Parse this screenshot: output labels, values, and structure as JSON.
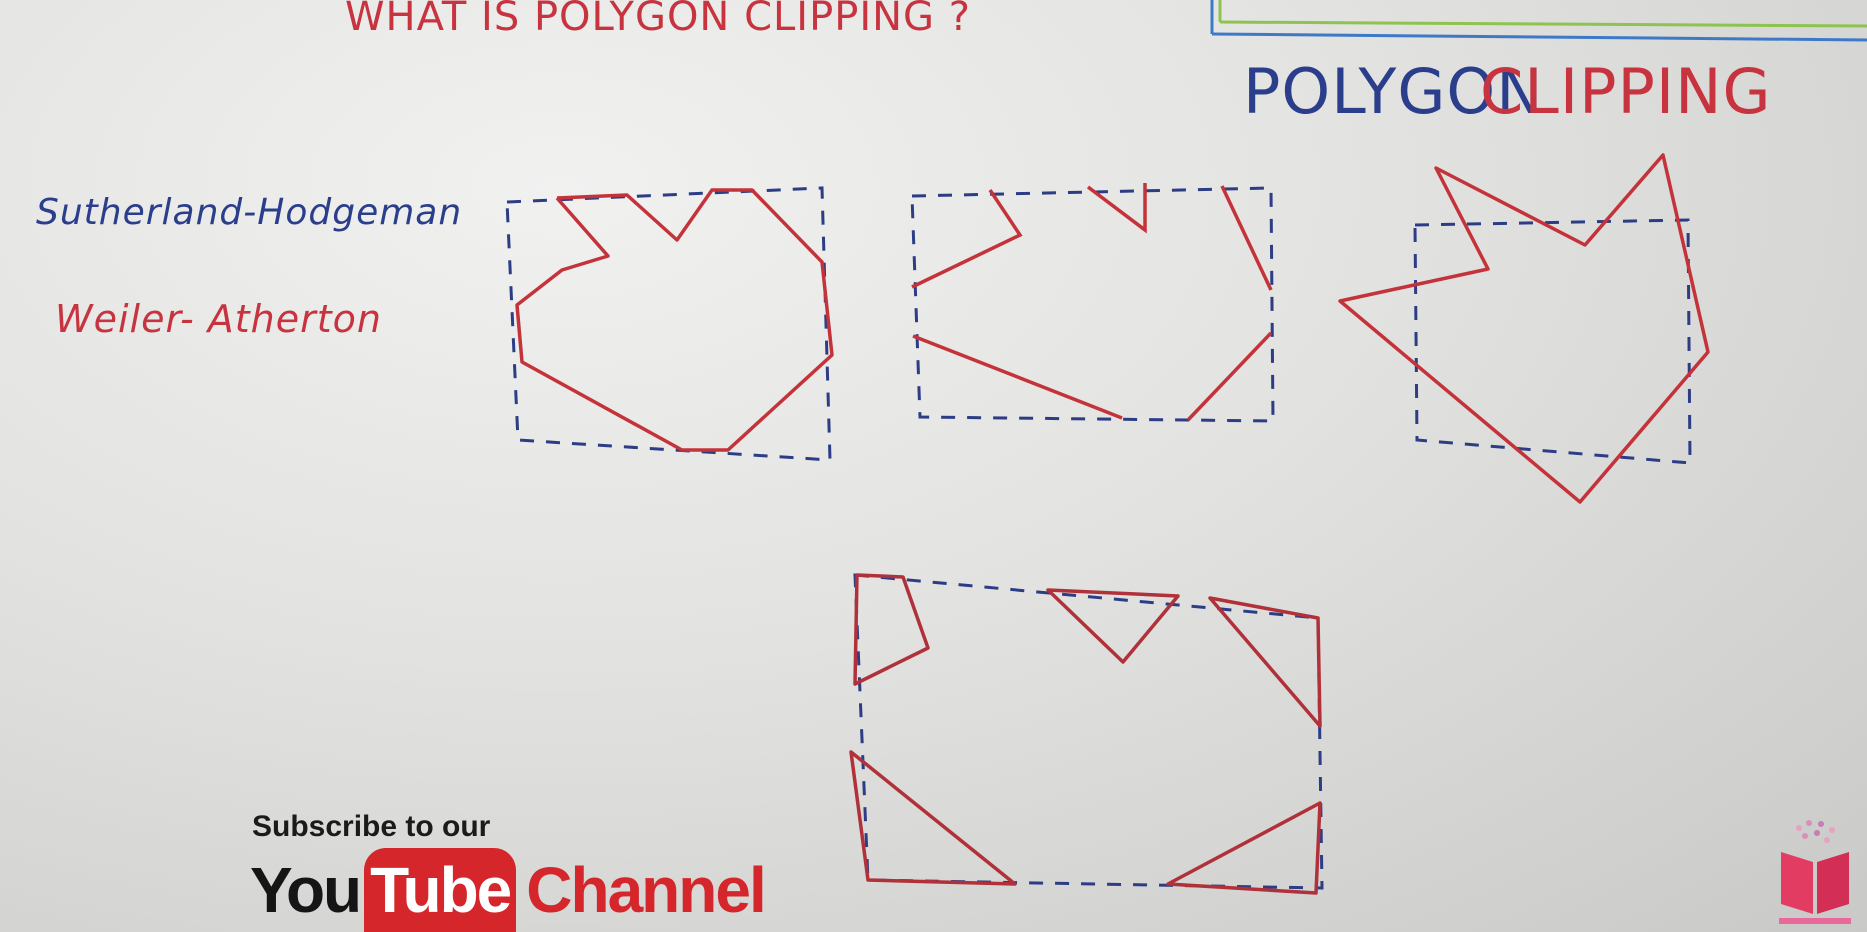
{
  "header": {
    "title": "WHAT IS POLYGON CLIPPING ?",
    "heading": "POLYGON CLIPPING",
    "heading_part1": "POLYGON",
    "heading_part2": "CLIPPING"
  },
  "methods": [
    {
      "label": "Sutherland-Hodgeman"
    },
    {
      "label": "Weiler- Atherton"
    }
  ],
  "overlay": {
    "subscribe": "Subscribe to our",
    "you": "You",
    "tube": "Tube",
    "channel": "Channel"
  },
  "colors": {
    "polygon": "#c4323a",
    "clip_window": "#2c3d86",
    "title_red": "#c7333f",
    "title_blue": "#2b3e8c",
    "youtube_red": "#d4262b"
  }
}
